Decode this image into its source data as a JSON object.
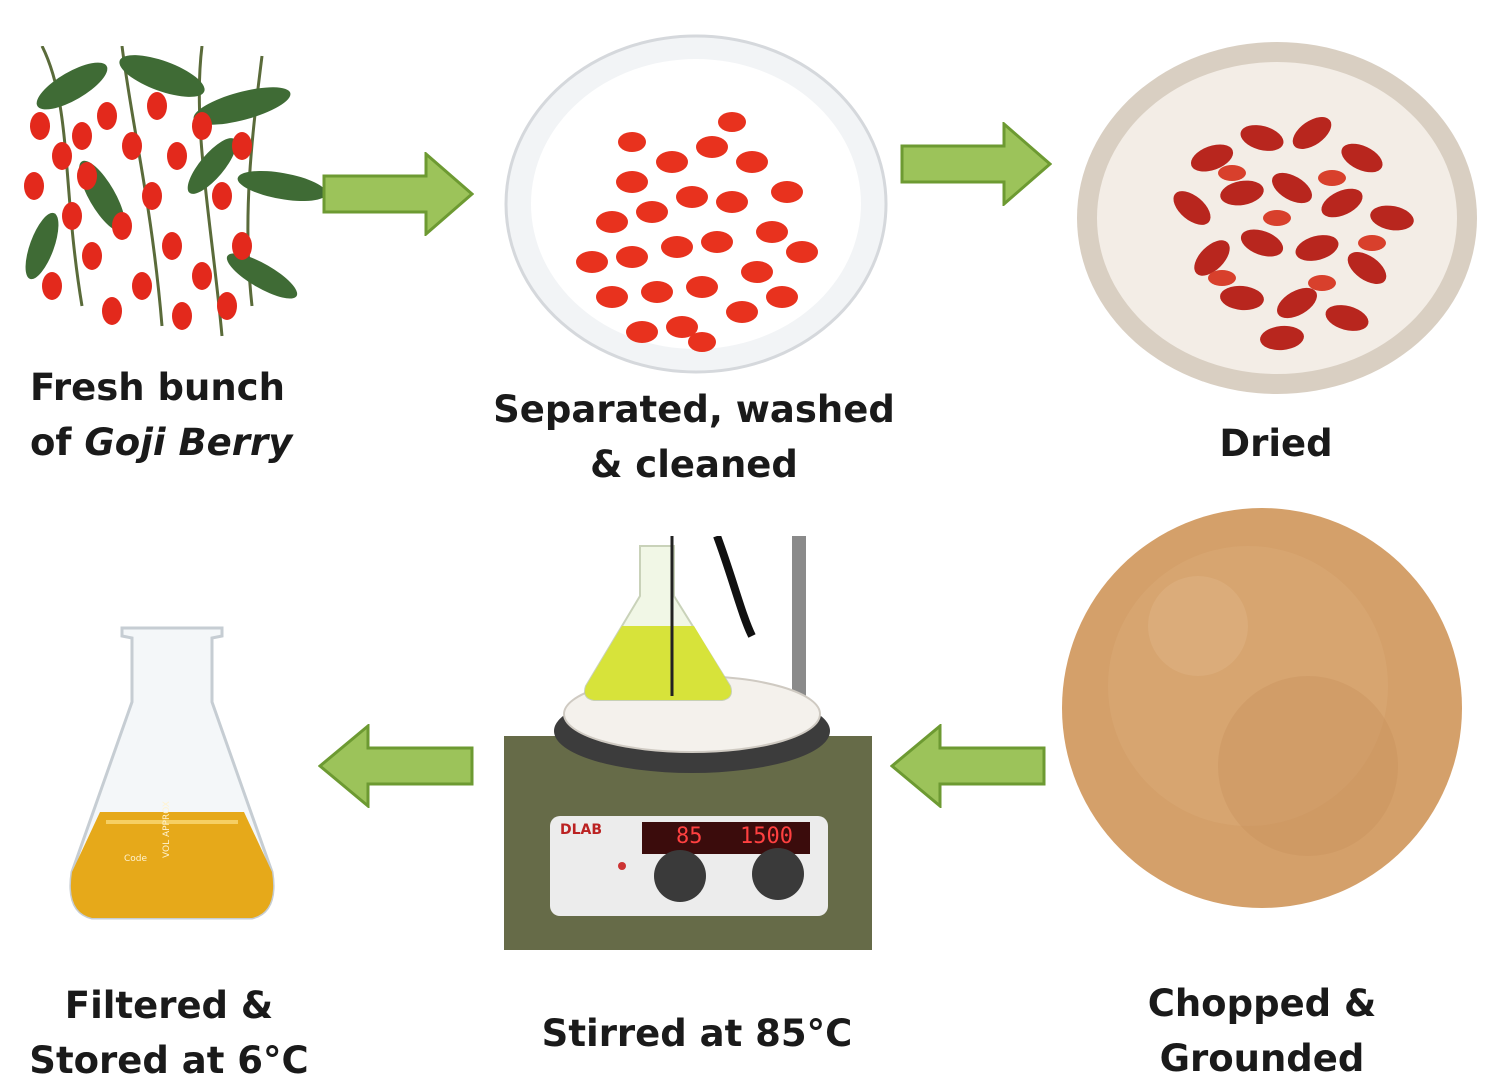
{
  "steps": [
    {
      "line1": "Fresh bunch",
      "line2_prefix": "of ",
      "line2_italic": "Goji Berry"
    },
    {
      "line1": "Separated, washed",
      "line2": "& cleaned"
    },
    {
      "line1": "Dried"
    },
    {
      "line1": "Chopped &",
      "line2": "Grounded"
    },
    {
      "line1": "Stirred at 85°C"
    },
    {
      "line1": "Filtered &",
      "line2": "Stored at 6°C"
    }
  ],
  "stirrer": {
    "brand": "DLAB",
    "temp_display": "85",
    "speed_display": "1500"
  },
  "flask_print": {
    "marking_1": "VOL APPROX",
    "marking_2": "Code"
  },
  "colors": {
    "arrow_fill": "#9cc35a",
    "arrow_edge": "#6d9a32",
    "berry_red": "#e8321e",
    "powder": "#d4a06a",
    "oil": "#e6a91a"
  }
}
